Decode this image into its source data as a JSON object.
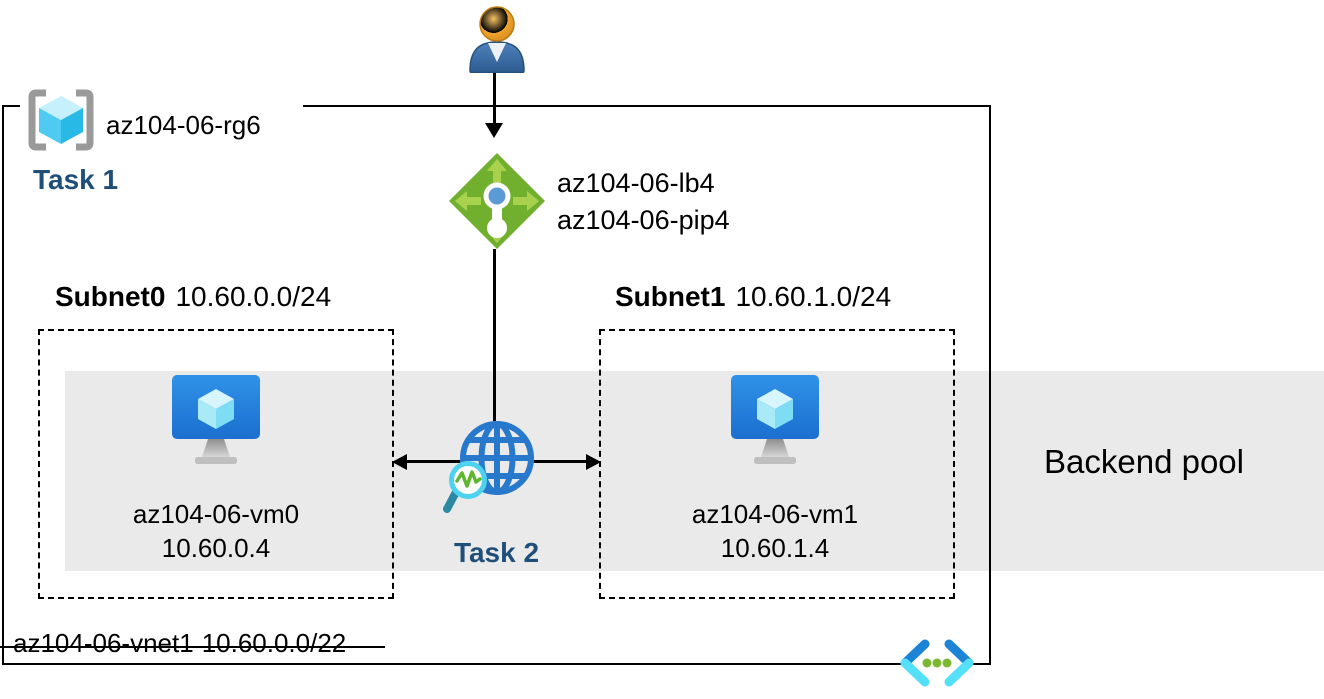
{
  "colors": {
    "task_text": "#1F4E79",
    "backend_band": "#EAEAEA",
    "line": "#000000",
    "lb_green": "#71B02E",
    "azure_blue": "#2878CC",
    "cube_cyan": "#4FCBF1"
  },
  "user": {
    "icon": "user-icon"
  },
  "resource_group": {
    "icon": "resource-group-icon",
    "name": "az104-06-rg6",
    "task": "Task 1"
  },
  "load_balancer": {
    "icon": "load-balancer-icon",
    "name": "az104-06-lb4",
    "public_ip": "az104-06-pip4"
  },
  "task2": {
    "icon": "network-watcher-icon",
    "label": "Task 2"
  },
  "backend_pool": {
    "label": "Backend pool"
  },
  "subnet0": {
    "name": "Subnet0",
    "cidr": "10.60.0.0/24",
    "vm_icon": "virtual-machine-icon",
    "vm_name": "az104-06-vm0",
    "vm_ip": "10.60.0.4"
  },
  "subnet1": {
    "name": "Subnet1",
    "cidr": "10.60.1.0/24",
    "vm_icon": "virtual-machine-icon",
    "vm_name": "az104-06-vm1",
    "vm_ip": "10.60.1.4"
  },
  "vnet": {
    "icon": "virtual-network-icon",
    "name": "az104-06-vnet1",
    "cidr": "10.60.0.0/22"
  }
}
